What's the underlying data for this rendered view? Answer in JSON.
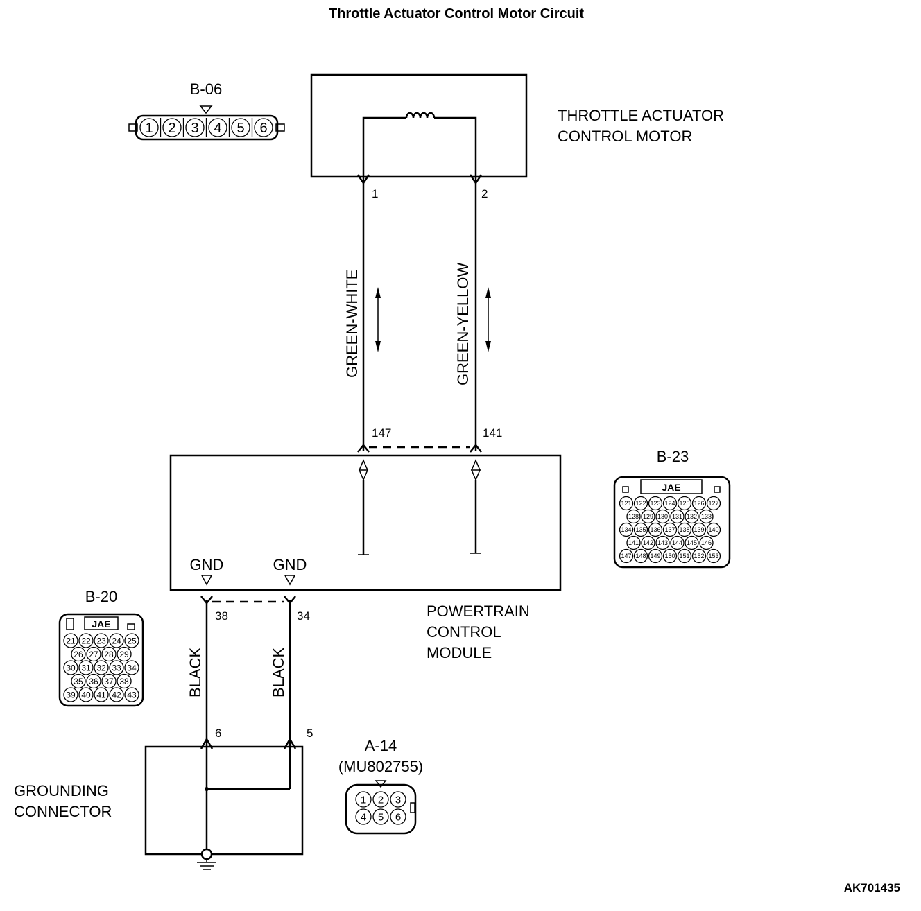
{
  "title": "Throttle Actuator Control Motor Circuit",
  "figure_id": "AK701435",
  "components": {
    "motor": {
      "label_line1": "THROTTLE ACTUATOR",
      "label_line2": "CONTROL MOTOR"
    },
    "pcm": {
      "label_line1": "POWERTRAIN",
      "label_line2": "CONTROL",
      "label_line3": "MODULE",
      "gnd_left": "GND",
      "gnd_right": "GND"
    },
    "ground": {
      "label_line1": "GROUNDING",
      "label_line2": "CONNECTOR"
    }
  },
  "wires": {
    "w1": {
      "color": "GREEN-WHITE",
      "from_pin": "1",
      "to_pin": "147"
    },
    "w2": {
      "color": "GREEN-YELLOW",
      "from_pin": "2",
      "to_pin": "141"
    },
    "w3": {
      "color": "BLACK",
      "from_pin": "38",
      "to_pin": "6"
    },
    "w4": {
      "color": "BLACK",
      "from_pin": "34",
      "to_pin": "5"
    }
  },
  "connectors": {
    "b06": {
      "id": "B-06",
      "pins": [
        "1",
        "2",
        "3",
        "4",
        "5",
        "6"
      ]
    },
    "b23": {
      "id": "B-23",
      "brand": "JAE",
      "rows": [
        [
          "121",
          "122",
          "123",
          "124",
          "125",
          "126",
          "127"
        ],
        [
          "128",
          "129",
          "130",
          "131",
          "132",
          "133"
        ],
        [
          "134",
          "135",
          "136",
          "137",
          "138",
          "139",
          "140"
        ],
        [
          "141",
          "142",
          "143",
          "144",
          "145",
          "146"
        ],
        [
          "147",
          "148",
          "149",
          "150",
          "151",
          "152",
          "153"
        ]
      ]
    },
    "b20": {
      "id": "B-20",
      "brand": "JAE",
      "rows": [
        [
          "21",
          "22",
          "23",
          "24",
          "25"
        ],
        [
          "26",
          "27",
          "28",
          "29"
        ],
        [
          "30",
          "31",
          "32",
          "33",
          "34"
        ],
        [
          "35",
          "36",
          "37",
          "38"
        ],
        [
          "39",
          "40",
          "41",
          "42",
          "43"
        ]
      ]
    },
    "a14": {
      "id": "A-14",
      "part": "(MU802755)",
      "rows": [
        [
          "1",
          "2",
          "3"
        ],
        [
          "4",
          "5",
          "6"
        ]
      ]
    }
  }
}
